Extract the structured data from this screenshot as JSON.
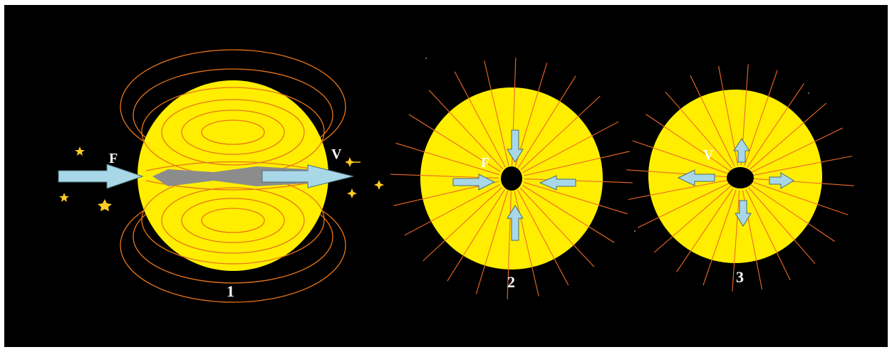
{
  "diagram": {
    "labels": {
      "figure_1": "1",
      "figure_2": "2",
      "figure_3": "3",
      "force_1": "F",
      "velocity_1": "V",
      "force_2": "F",
      "velocity_3": "V"
    },
    "colors": {
      "background": "#000000",
      "frame": "#ffffff",
      "sphere_fill": "#ffee00",
      "field_line": "#e8761a",
      "ray": "#ef6a2a",
      "arrow": "#a8d8e8",
      "arrow_outline": "#4a6b75",
      "core": "#000000",
      "inner_stream": "#8c8c8c",
      "star": "#ffcc22"
    }
  }
}
